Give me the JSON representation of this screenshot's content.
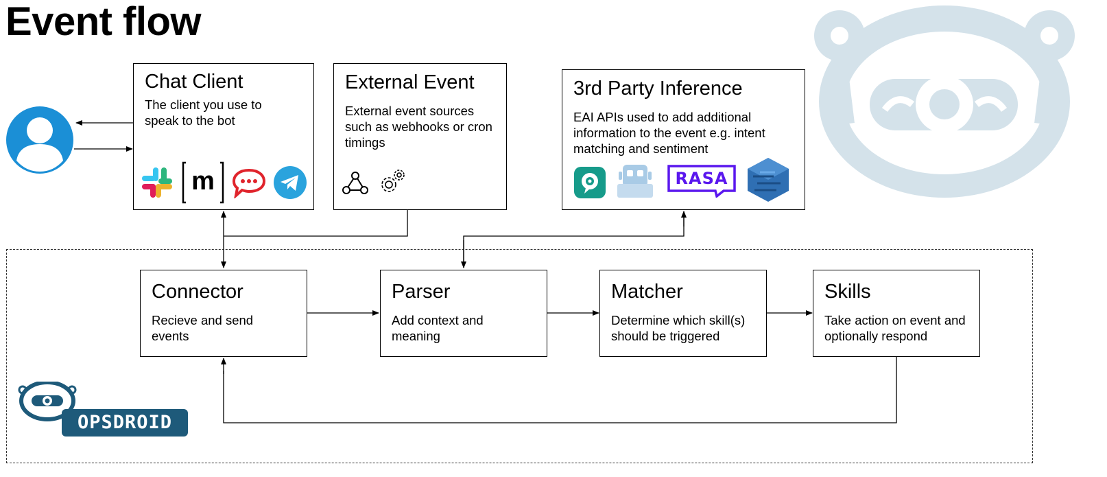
{
  "title": "Event flow",
  "chat_client": {
    "title": "Chat Client",
    "desc_lines": [
      "The client you use to",
      "speak to the bot"
    ],
    "icons": [
      "slack-icon",
      "matrix-icon",
      "rocketchat-icon",
      "telegram-icon"
    ],
    "matrix_letter": "m"
  },
  "external_event": {
    "title": "External Event",
    "desc_lines": [
      "External event sources",
      "such as webhooks or cron",
      "timings"
    ],
    "icons": [
      "webhook-icon",
      "cron-gear-icon"
    ]
  },
  "third_party": {
    "title": "3rd Party Inference",
    "desc_lines": [
      "EAI APIs used to add additional",
      "information to the event e.g. intent",
      "matching and sentiment"
    ],
    "icons": [
      "dialogflow-icon",
      "robot-icon",
      "rasa-icon",
      "aws-lex-icon"
    ],
    "rasa_label": "RASA"
  },
  "pipeline": [
    {
      "title": "Connector",
      "desc_lines": [
        "Recieve and send",
        "events"
      ]
    },
    {
      "title": "Parser",
      "desc_lines": [
        "Add context and",
        "meaning"
      ]
    },
    {
      "title": "Matcher",
      "desc_lines": [
        "Determine which skill(s)",
        "should be triggered"
      ]
    },
    {
      "title": "Skills",
      "desc_lines": [
        "Take action on event and",
        "optionally respond"
      ]
    }
  ],
  "logo_text": "OPSDROID",
  "colors": {
    "user_blue": "#1b8fd6",
    "opsdroid_blue": "#1e5a7a",
    "watermark": "#d4e2ea",
    "rasa_purple": "#5a17ee",
    "telegram": "#2aa3dd",
    "rocketchat": "#e0242c",
    "dialogflow": "#169b8a",
    "robot_light": "#a9cbe6",
    "lex_blue": "#2f6fb3"
  }
}
